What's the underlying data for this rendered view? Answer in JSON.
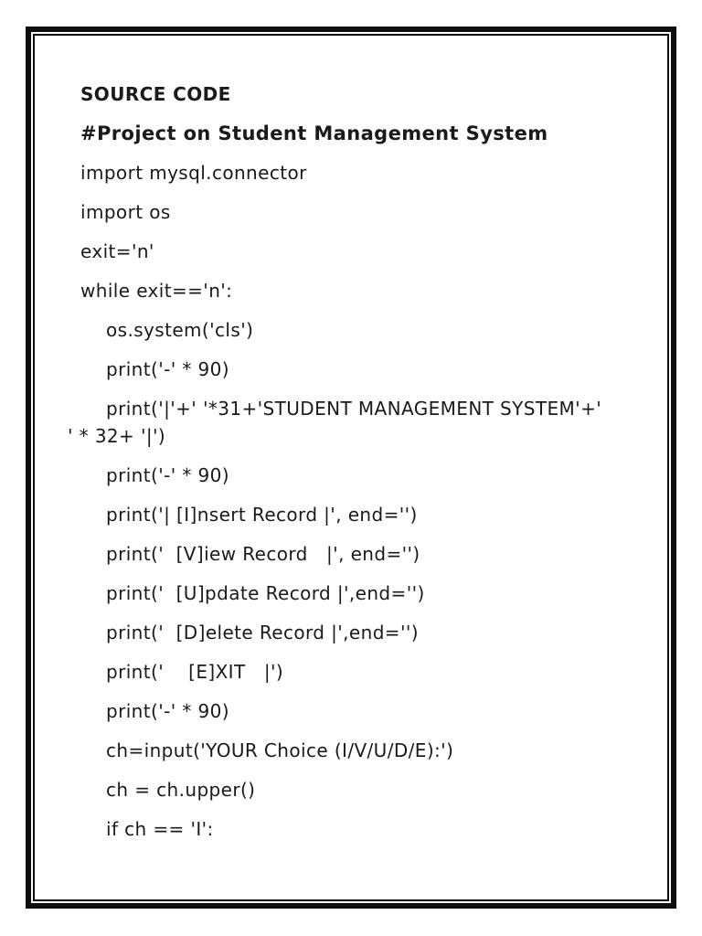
{
  "document": {
    "heading": "SOURCE CODE",
    "subheading": "#Project on Student Management System",
    "code_lines": [
      {
        "text": "import mysql.connector"
      },
      {
        "text": "import os"
      },
      {
        "text": "exit='n'"
      },
      {
        "text": "while exit=='n':"
      },
      {
        "text": "os.system('cls')"
      },
      {
        "text": "print('-' * 90)"
      },
      {
        "text": "print('|'+' '*31+'STUDENT MANAGEMENT SYSTEM'+'"
      },
      {
        "text": "' * 32+ '|')"
      },
      {
        "text": "print('-' * 90)"
      },
      {
        "text": "print('| [I]nsert Record |', end='')"
      },
      {
        "text": "print('  [V]iew Record   |', end='')"
      },
      {
        "text": "print('  [U]pdate Record |',end='')"
      },
      {
        "text": "print('  [D]elete Record |',end='')"
      },
      {
        "text": "print('    [E]XIT   |')"
      },
      {
        "text": "print('-' * 90)"
      },
      {
        "text": "ch=input('YOUR Choice (I/V/U/D/E):')"
      },
      {
        "text": "ch = ch.upper()"
      },
      {
        "text": "if ch == 'I':"
      }
    ]
  },
  "colors": {
    "text": "#1a1a1a",
    "border": "#0e0e0e",
    "page_background": "#ffffff"
  }
}
